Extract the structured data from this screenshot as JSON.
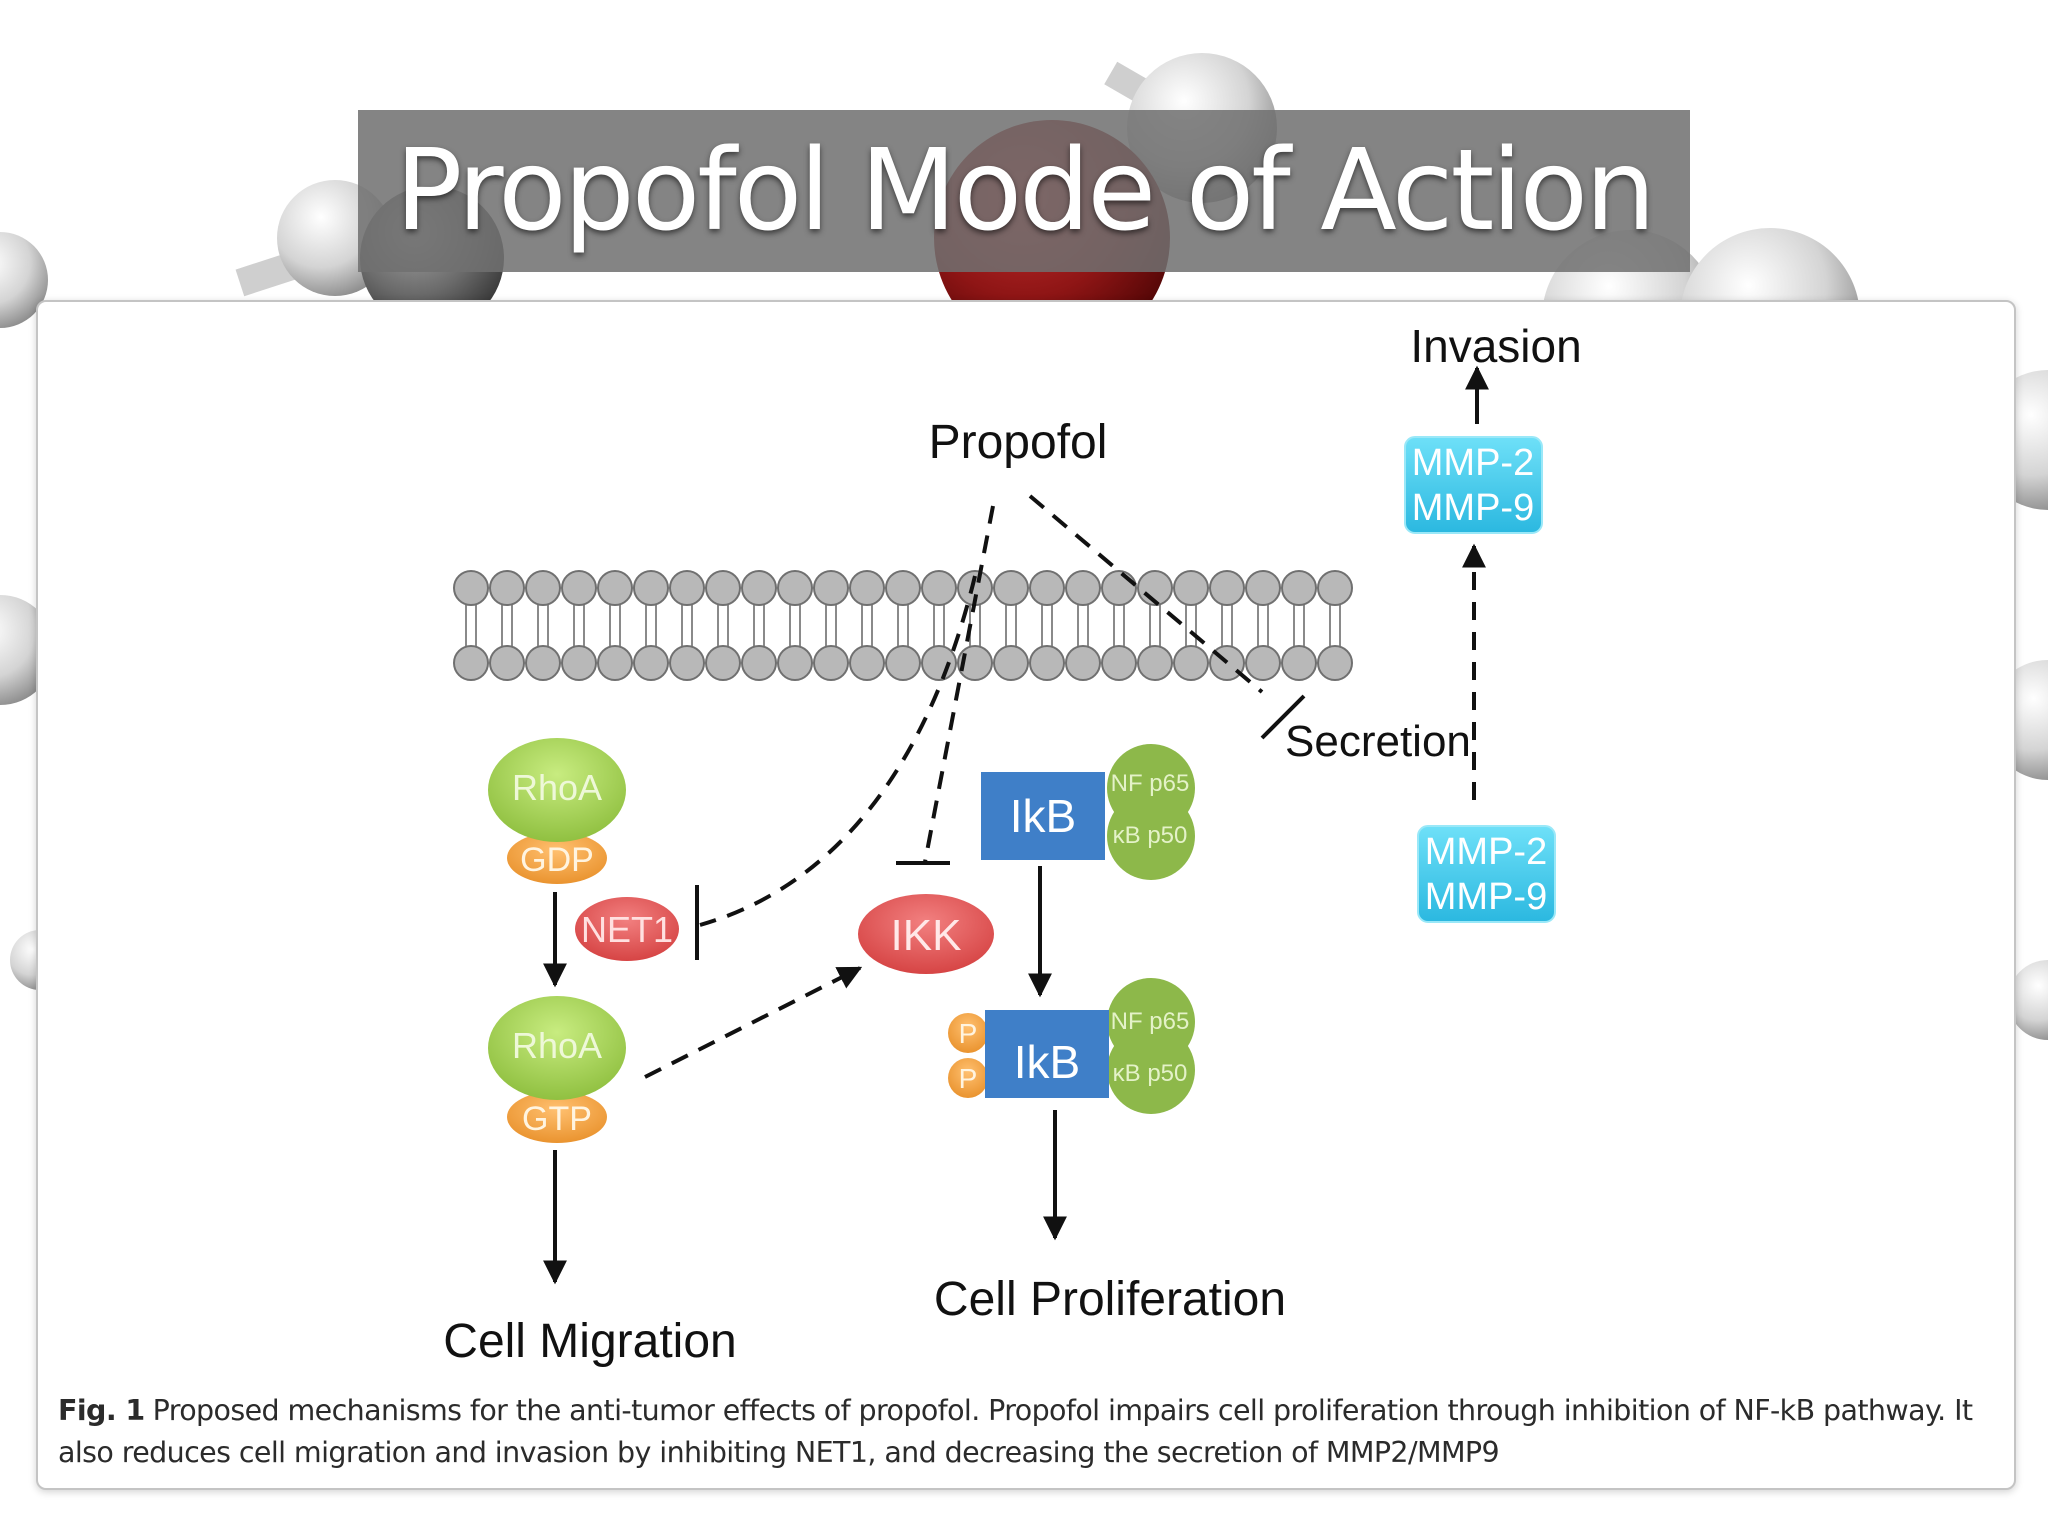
{
  "title": "Propofol Mode of Action",
  "diagram": {
    "propofol": "Propofol",
    "invasion": "Invasion",
    "secretion": "Secretion",
    "mmp_top": [
      "MMP-2",
      "MMP-9"
    ],
    "mmp_bottom": [
      "MMP-2",
      "MMP-9"
    ],
    "rhoa_gdp": {
      "protein": "RhoA",
      "nucleotide": "GDP"
    },
    "rhoa_gtp": {
      "protein": "RhoA",
      "nucleotide": "GTP"
    },
    "net1": "NET1",
    "ikk": "IKK",
    "ikb_top": {
      "label": "IkB",
      "nf": "NF p65",
      "kb": "κB p50"
    },
    "ikb_bottom": {
      "label": "IkB",
      "nf": "NF p65",
      "kb": "κB p50",
      "phospho": [
        "P",
        "P"
      ]
    },
    "cell_migration": "Cell Migration",
    "cell_proliferation": "Cell Proliferation"
  },
  "caption": {
    "label": "Fig. 1",
    "text": "Proposed mechanisms for the anti-tumor effects of propofol. Propofol impairs cell proliferation through inhibition of NF-kB pathway. It also reduces cell migration and invasion by inhibiting NET1, and decreasing the secretion of MMP2/MMP9"
  },
  "colors": {
    "title_bar": "#707070",
    "rhoa": "#9ccc4c",
    "nucleotide": "#f0a040",
    "net1": "#cc3a3a",
    "ikk": "#e05050",
    "ikb": "#3f7fc8",
    "nfkb": "#8db84a",
    "mmp": "#3cc8e8",
    "membrane": "#b8b8b8"
  }
}
